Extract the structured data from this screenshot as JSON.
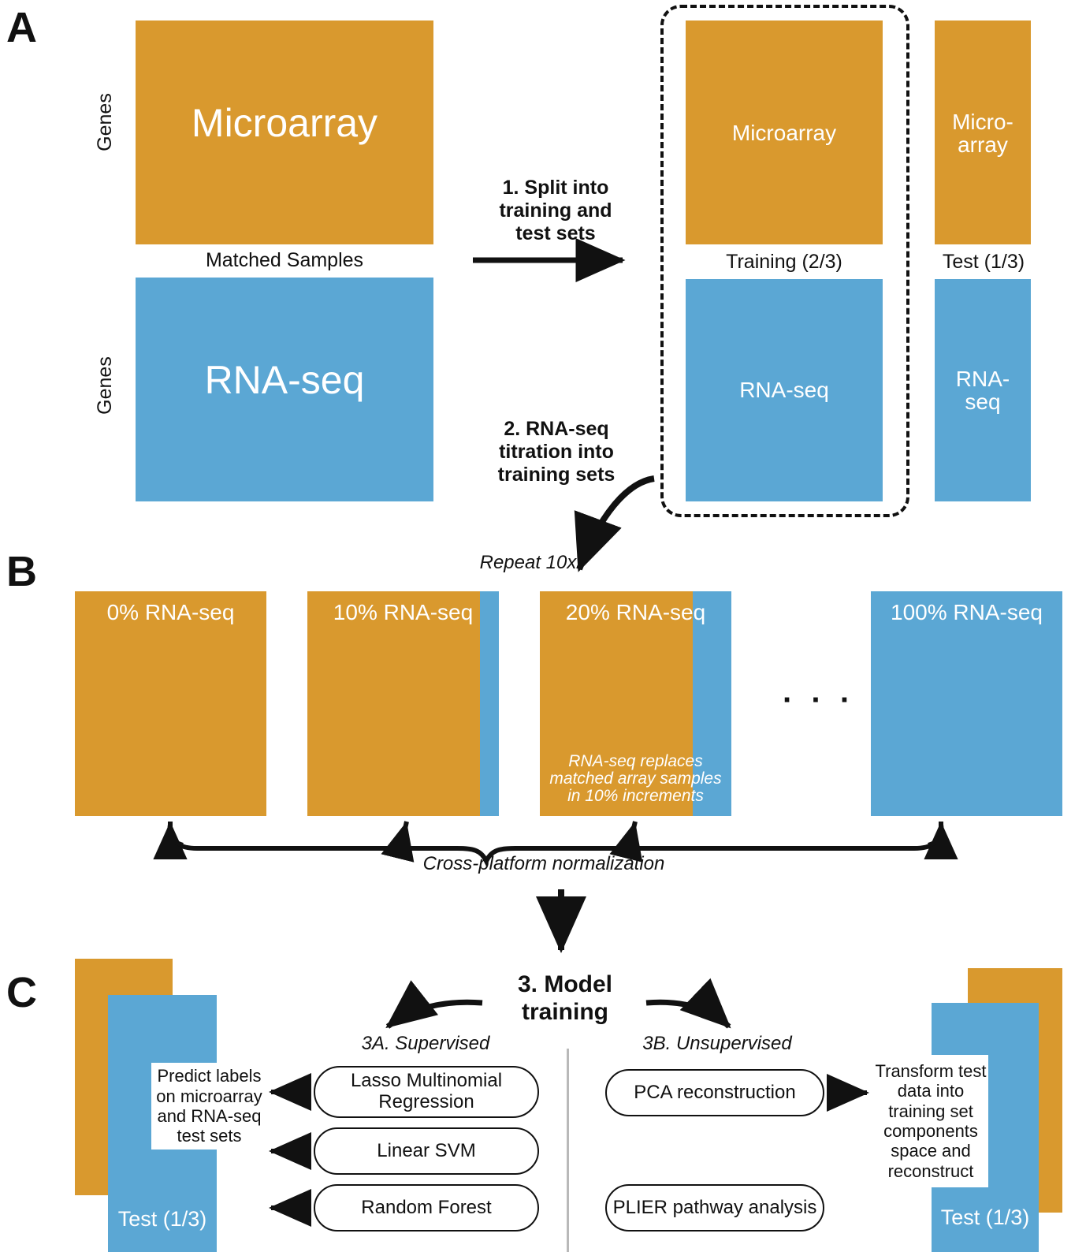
{
  "figure": {
    "panels": [
      "A",
      "B",
      "C"
    ]
  },
  "colors": {
    "microarray": "#D9992E",
    "rnaseq": "#5BA7D4",
    "ink": "#111111",
    "divider": "#B9B9B9"
  },
  "panelA": {
    "letter": "A",
    "axis_label_genes_top": "Genes",
    "axis_label_genes_bottom": "Genes",
    "matched_samples_label": "Matched Samples",
    "full_microarray_label": "Microarray",
    "full_rnaseq_label": "RNA-seq",
    "step1_text": "1. Split into\ntraining and\ntest sets",
    "step2_text": "2. RNA-seq\ntitration into\ntraining sets",
    "training_label": "Training (2/3)",
    "test_label": "Test (1/3)",
    "training_microarray_label": "Microarray",
    "training_rnaseq_label": "RNA-seq",
    "test_microarray_label": "Micro-\narray",
    "test_rnaseq_label": "RNA-\nseq",
    "repeat_label": "Repeat 10x"
  },
  "panelB": {
    "letter": "B",
    "titrations": [
      {
        "label": "0% RNA-seq",
        "rnaseq_pct": 0
      },
      {
        "label": "10% RNA-seq",
        "rnaseq_pct": 10
      },
      {
        "label": "20% RNA-seq",
        "rnaseq_pct": 20
      },
      {
        "label": "100% RNA-seq",
        "rnaseq_pct": 100
      }
    ],
    "ellipsis": "· · ·",
    "inset_note": "RNA-seq replaces\nmatched array samples\nin 10% increments",
    "normalization_label": "Cross-platform normalization"
  },
  "panelC": {
    "letter": "C",
    "step3_text": "3. Model\ntraining",
    "supervised_heading": "3A. Supervised",
    "unsupervised_heading": "3B. Unsupervised",
    "supervised_methods": [
      "Lasso Multinomial\nRegression",
      "Linear SVM",
      "Random Forest"
    ],
    "unsupervised_methods": [
      "PCA reconstruction",
      "PLIER pathway analysis"
    ],
    "left_note": "Predict labels\non microarray\nand RNA-seq\ntest sets",
    "right_note": "Transform test\ndata into\ntraining set\ncomponents\nspace and\nreconstruct",
    "left_test_label": "Test (1/3)",
    "right_test_label": "Test (1/3)"
  }
}
